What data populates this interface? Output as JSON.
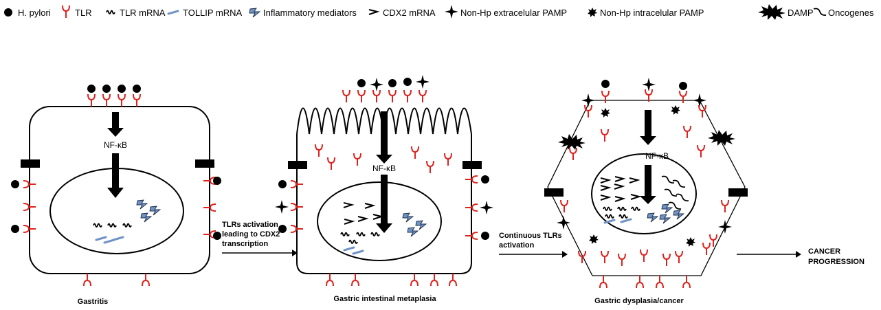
{
  "legend": {
    "h_pylori": "H. pylori",
    "tlr": "TLR",
    "tlr_mrna": "TLR mRNA",
    "tollip_mrna": "TOLLIP mRNA",
    "inflammatory": "Inflammatory mediators",
    "cdx2_mrna": "CDX2 mRNA",
    "non_hp_extra": "Non-Hp extracelular PAMP",
    "non_hp_intra": "Non-Hp intracelular PAMP",
    "damp": "DAMP",
    "oncogenes": "Oncogenes"
  },
  "cells": {
    "nfkb1": "NF-κB",
    "nfkb2": "NF-κB",
    "nfkb3": "NF-κB",
    "gastritis": "Gastritis",
    "metaplasia": "Gastric intestinal metaplasia",
    "dysplasia": "Gastric dysplasia/cancer"
  },
  "arrows": {
    "a1_line1": "TLRs activation",
    "a1_line2": "leading to CDX2",
    "a1_line3": "transcription",
    "a2_line1": "Continuous TLRs",
    "a2_line2": "activation",
    "a3_line1": "CANCER",
    "a3_line2": "PROGRESSION"
  },
  "colors": {
    "tlr": "#e0201b",
    "tollip": "#6f93c7",
    "ink": "#000000"
  }
}
